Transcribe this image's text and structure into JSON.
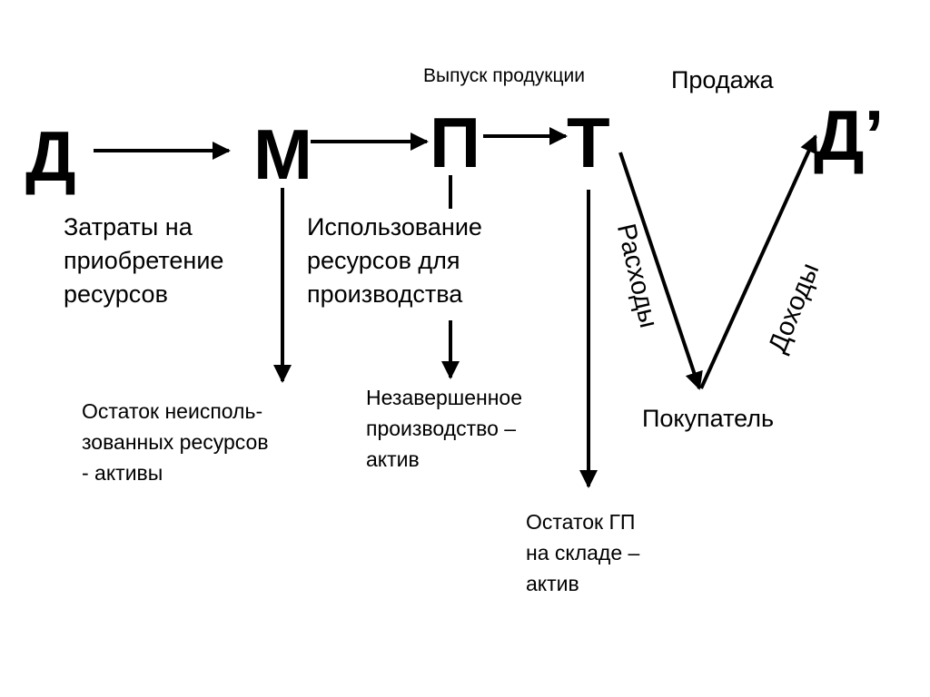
{
  "stages": {
    "d": "Д",
    "m": "М",
    "p": "П",
    "t": "Т",
    "d_prime": "Д’"
  },
  "captions": {
    "release": "Выпуск продукции",
    "sale": "Продажа",
    "purchase_costs": [
      "Затраты на",
      "приобретение",
      "ресурсов"
    ],
    "resource_use": [
      "Использование",
      "ресурсов для",
      "производства"
    ],
    "expenses": "Расходы",
    "income": "Доходы",
    "buyer": "Покупатель",
    "unused_resources": [
      "Остаток неисполь-",
      "зованных ресурсов",
      "- активы"
    ],
    "wip": [
      "Незавершенное",
      "производство –",
      "актив"
    ],
    "finished_goods": [
      "Остаток ГП",
      "на складе –",
      "актив"
    ]
  }
}
